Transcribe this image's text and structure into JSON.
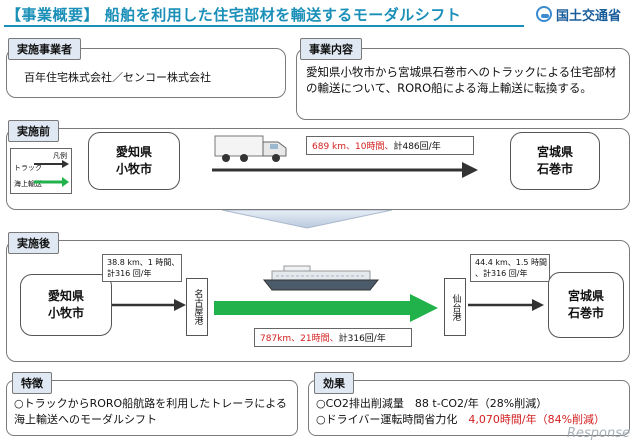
{
  "header": {
    "title": "【事業概要】 船舶を利用した住宅部材を輸送するモーダルシフト",
    "ministry": "国土交通省"
  },
  "operator": {
    "label": "実施事業者",
    "text": "百年住宅株式会社／センコー株式会社"
  },
  "content": {
    "label": "事業内容",
    "text": "愛知県小牧市から宮城県石巻市へのトラックによる住宅部材の輸送について、RORO船による海上輸送に転換する。"
  },
  "before": {
    "label": "実施前",
    "legend": {
      "title": "凡例",
      "truck": "トラック",
      "sea": "海上輸送"
    },
    "origin": [
      "愛知県",
      "小牧市"
    ],
    "destination": [
      "宮城県",
      "石巻市"
    ],
    "route_main": "689 km、10時間、",
    "route_extra": "計486回/年"
  },
  "after": {
    "label": "実施後",
    "origin": [
      "愛知県",
      "小牧市"
    ],
    "destination": [
      "宮城県",
      "石巻市"
    ],
    "port_origin": "名古屋港",
    "port_destination": "仙台港",
    "leg1": [
      "38.8 km、1 時間、",
      "計316 回/年"
    ],
    "leg2": [
      "44.4 km、1.5 時間",
      "、計316 回/年"
    ],
    "sea_main": "787km、21時間、",
    "sea_extra": "計316回/年"
  },
  "features": {
    "label": "特徴",
    "text": "○トラックからRORO船航路を利用したトレーラによる海上輸送へのモーダルシフト"
  },
  "effects": {
    "label": "効果",
    "line1": "○CO2排出削減量　88 t-CO2/年（28%削減）",
    "line2_prefix": "○ドライバー運転時間省力化　",
    "line2_value": "4,070時間/年（84%削減）"
  },
  "watermark": "Response",
  "colors": {
    "accent": "#1a8fb8",
    "sea_arrow": "#21b24b",
    "truck_arrow": "#333333",
    "highlight": "#d42020"
  }
}
